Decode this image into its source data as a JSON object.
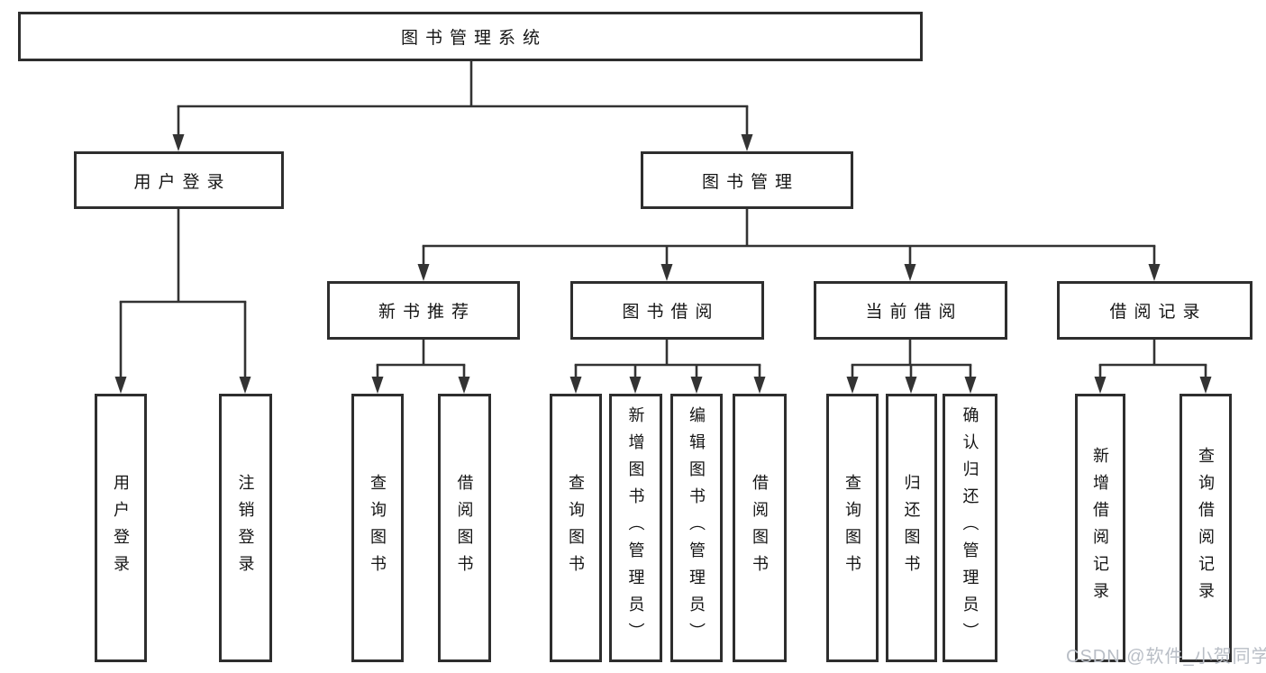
{
  "diagram": {
    "root": {
      "label": "图书管理系统"
    },
    "level2": [
      {
        "label": "用户登录"
      },
      {
        "label": "图书管理"
      }
    ],
    "level3": [
      {
        "label": "新书推荐"
      },
      {
        "label": "图书借阅"
      },
      {
        "label": "当前借阅"
      },
      {
        "label": "借阅记录"
      }
    ],
    "leaves": [
      "用户登录",
      "注销登录",
      "查询图书",
      "借阅图书",
      "查询图书",
      "新增图书（管理员）",
      "编辑图书（管理员）",
      "借阅图书",
      "查询图书",
      "归还图书",
      "确认归还（管理员）",
      "新增借阅记录",
      "查询借阅记录"
    ]
  },
  "watermark": {
    "text": "CSDN @软件_小贺同学"
  },
  "colors": {
    "line": "#333333",
    "box_border": "#2e2e2e",
    "text": "#151515",
    "watermark": "#b9bec6",
    "background": "#ffffff"
  }
}
